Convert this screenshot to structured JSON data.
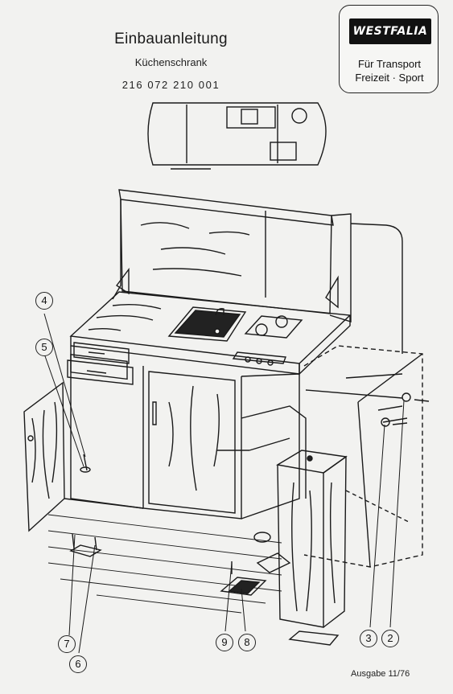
{
  "header": {
    "title": "Einbauanleitung",
    "subtitle": "Küchenschrank",
    "part_number": "216 072 210 001"
  },
  "logo": {
    "brand": "WESTFALIA",
    "line1": "Für Transport",
    "line2": "Freizeit · Sport"
  },
  "callouts": [
    "4",
    "5",
    "7",
    "6",
    "9",
    "8",
    "3",
    "2"
  ],
  "footer": {
    "edition": "Ausgabe 11/76"
  }
}
